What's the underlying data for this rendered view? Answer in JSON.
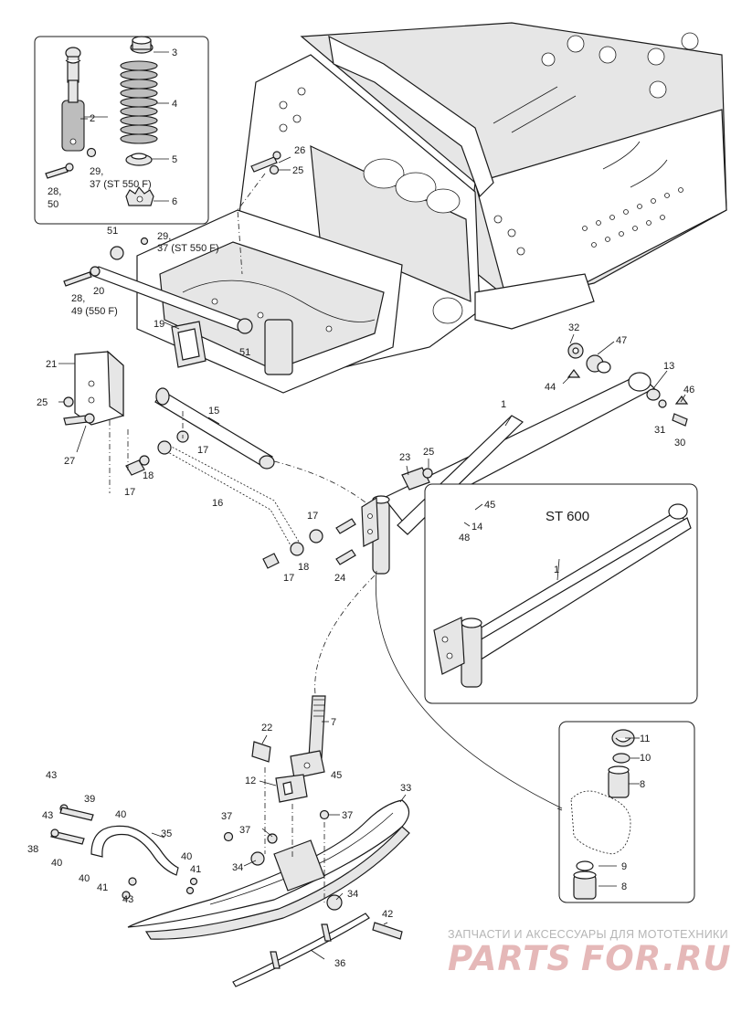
{
  "inset_st600": {
    "title": "ST 600",
    "part": "1"
  },
  "shock_inset": {
    "parts": [
      "2",
      "3",
      "4",
      "5",
      "6",
      "28,",
      "50",
      "29,",
      "37 (ST 550 F)"
    ]
  },
  "labels": {
    "p1": "1",
    "p7": "7",
    "p8a": "8",
    "p8b": "8",
    "p9": "9",
    "p10": "10",
    "p11": "11",
    "p12": "12",
    "p13": "13",
    "p14": "14",
    "p15": "15",
    "p16": "16",
    "p17a": "17",
    "p17b": "17",
    "p17c": "17",
    "p17d": "17",
    "p18a": "18",
    "p18b": "18",
    "p19": "19",
    "p20": "20",
    "p21": "21",
    "p22": "22",
    "p23": "23",
    "p24": "24",
    "p25a": "25",
    "p25b": "25",
    "p25c": "25",
    "p26": "26",
    "p27": "27",
    "p28_49_line1": "28,",
    "p28_49_line2": "49 (550 F)",
    "p29_37_line1": "29,",
    "p29_37_line2": "37 (ST 550 F)",
    "p30": "30",
    "p31": "31",
    "p32": "32",
    "p33": "33",
    "p34a": "34",
    "p34b": "34",
    "p35": "35",
    "p36": "36",
    "p37a": "37",
    "p37b": "37",
    "p37c": "37",
    "p38": "38",
    "p39": "39",
    "p40a": "40",
    "p40b": "40",
    "p40c": "40",
    "p40d": "40",
    "p41a": "41",
    "p41b": "41",
    "p42": "42",
    "p43a": "43",
    "p43b": "43",
    "p43c": "43",
    "p44": "44",
    "p45a": "45",
    "p45b": "45",
    "p46": "46",
    "p47": "47",
    "p48": "48",
    "p51a": "51",
    "p51b": "51"
  },
  "watermark": {
    "tagline": "ЗАПЧАСТИ И АКСЕССУАРЫ ДЛЯ МОТОТЕХНИКИ",
    "brand_left": "PARTS",
    "brand_right": "FOR.RU",
    "brand_color": "#e5b8b8"
  },
  "icons": [
    "shock-absorber",
    "coil-spring",
    "spring-seat",
    "ski-leg",
    "ski",
    "a-arm",
    "frame"
  ]
}
